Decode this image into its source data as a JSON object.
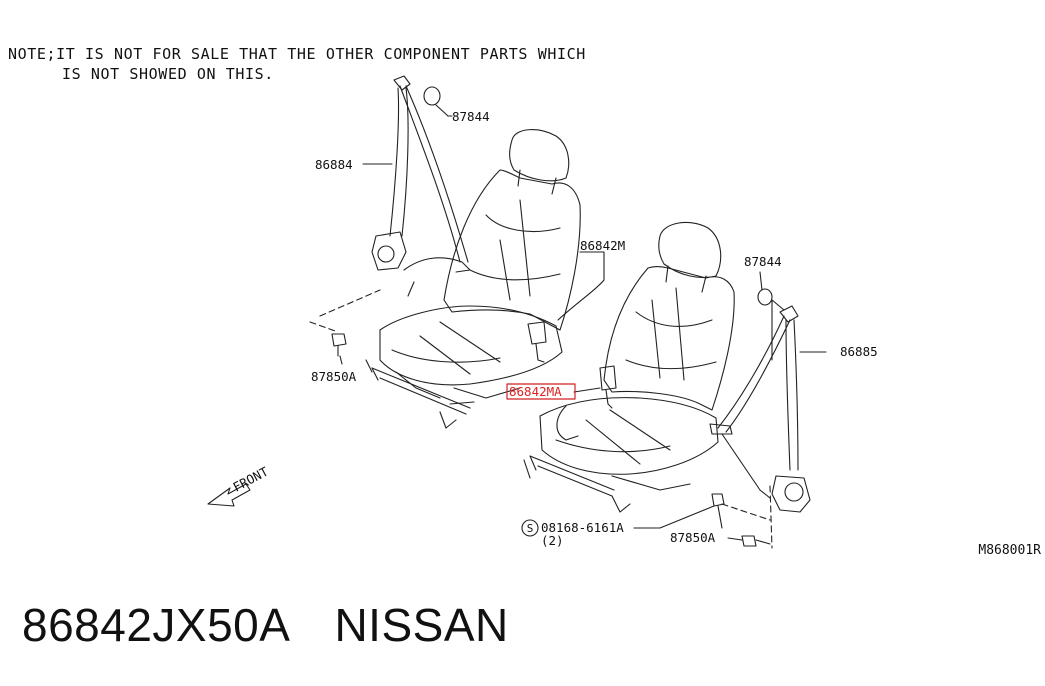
{
  "note": {
    "line1": "NOTE;IT IS NOT FOR SALE THAT THE OTHER COMPONENT PARTS WHICH",
    "line2": "IS NOT SHOWED ON THIS."
  },
  "callouts": {
    "c87844_left": "87844",
    "c86884": "86884",
    "c86842M": "86842M",
    "c87850A_left": "87850A",
    "c86842MA": "86842MA",
    "c87844_right": "87844",
    "c86885": "86885",
    "c08168": "08168-6161A",
    "c08168_qty": "(2)",
    "c87850A_right": "87850A"
  },
  "front_label": "FRONT",
  "ref_code": "M868001R",
  "footer": {
    "part_number": "86842JX50A",
    "brand": "NISSAN"
  },
  "colors": {
    "highlight": "#d22222",
    "line": "#222222"
  }
}
